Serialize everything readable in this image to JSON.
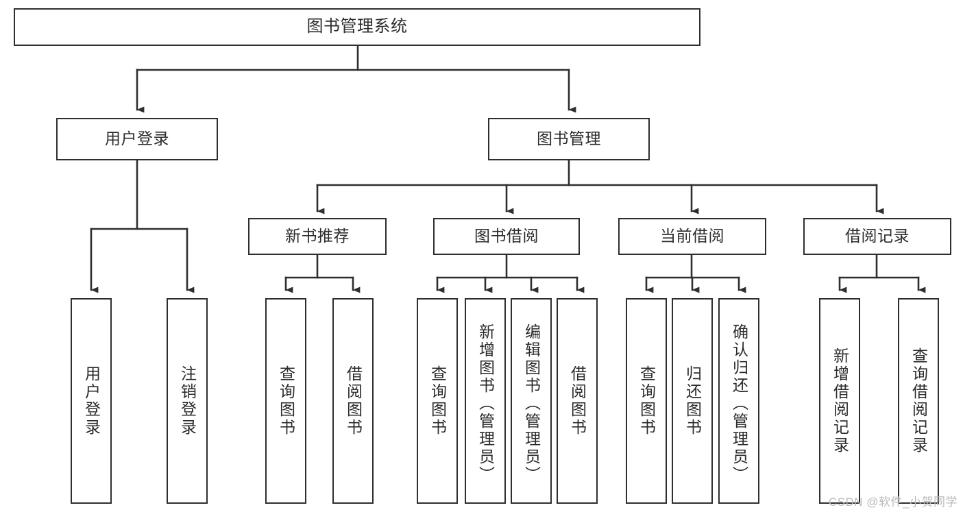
{
  "diagram": {
    "title": "图书管理系统",
    "type": "hierarchy-tree",
    "watermark": "CSDN @软件_小贺同学",
    "colors": {
      "box_border": "#2e2e2e",
      "box_fill": "#ffffff",
      "line": "#2e2e2e",
      "text": "#2b2b2b",
      "watermark": "#b9b9b9"
    },
    "nodes": {
      "root": {
        "label": "图书管理系统"
      },
      "level2": [
        {
          "id": "user-login",
          "label": "用户登录"
        },
        {
          "id": "book-manage",
          "label": "图书管理"
        }
      ],
      "level3": [
        {
          "id": "new-book-recommend",
          "label": "新书推荐"
        },
        {
          "id": "book-borrow",
          "label": "图书借阅"
        },
        {
          "id": "current-borrow",
          "label": "当前借阅"
        },
        {
          "id": "borrow-record",
          "label": "借阅记录"
        }
      ],
      "leaves": {
        "user_login": [
          {
            "id": "leaf-user-login",
            "label": "用户登录"
          },
          {
            "id": "leaf-user-logout",
            "label": "注销登录"
          }
        ],
        "new_book_recommend": [
          {
            "id": "leaf-query-book-1",
            "label": "查询图书"
          },
          {
            "id": "leaf-borrow-book-1",
            "label": "借阅图书"
          }
        ],
        "book_borrow": [
          {
            "id": "leaf-query-book-2",
            "label": "查询图书"
          },
          {
            "id": "leaf-add-book",
            "label": "新增图书（管理员）"
          },
          {
            "id": "leaf-edit-book",
            "label": "编辑图书（管理员）"
          },
          {
            "id": "leaf-borrow-book-2",
            "label": "借阅图书"
          }
        ],
        "current_borrow": [
          {
            "id": "leaf-query-book-3",
            "label": "查询图书"
          },
          {
            "id": "leaf-return-book",
            "label": "归还图书"
          },
          {
            "id": "leaf-confirm-return",
            "label": "确认归还（管理员）"
          }
        ],
        "borrow_record": [
          {
            "id": "leaf-add-record",
            "label": "新增借阅记录"
          },
          {
            "id": "leaf-query-record",
            "label": "查询借阅记录"
          }
        ]
      }
    }
  }
}
